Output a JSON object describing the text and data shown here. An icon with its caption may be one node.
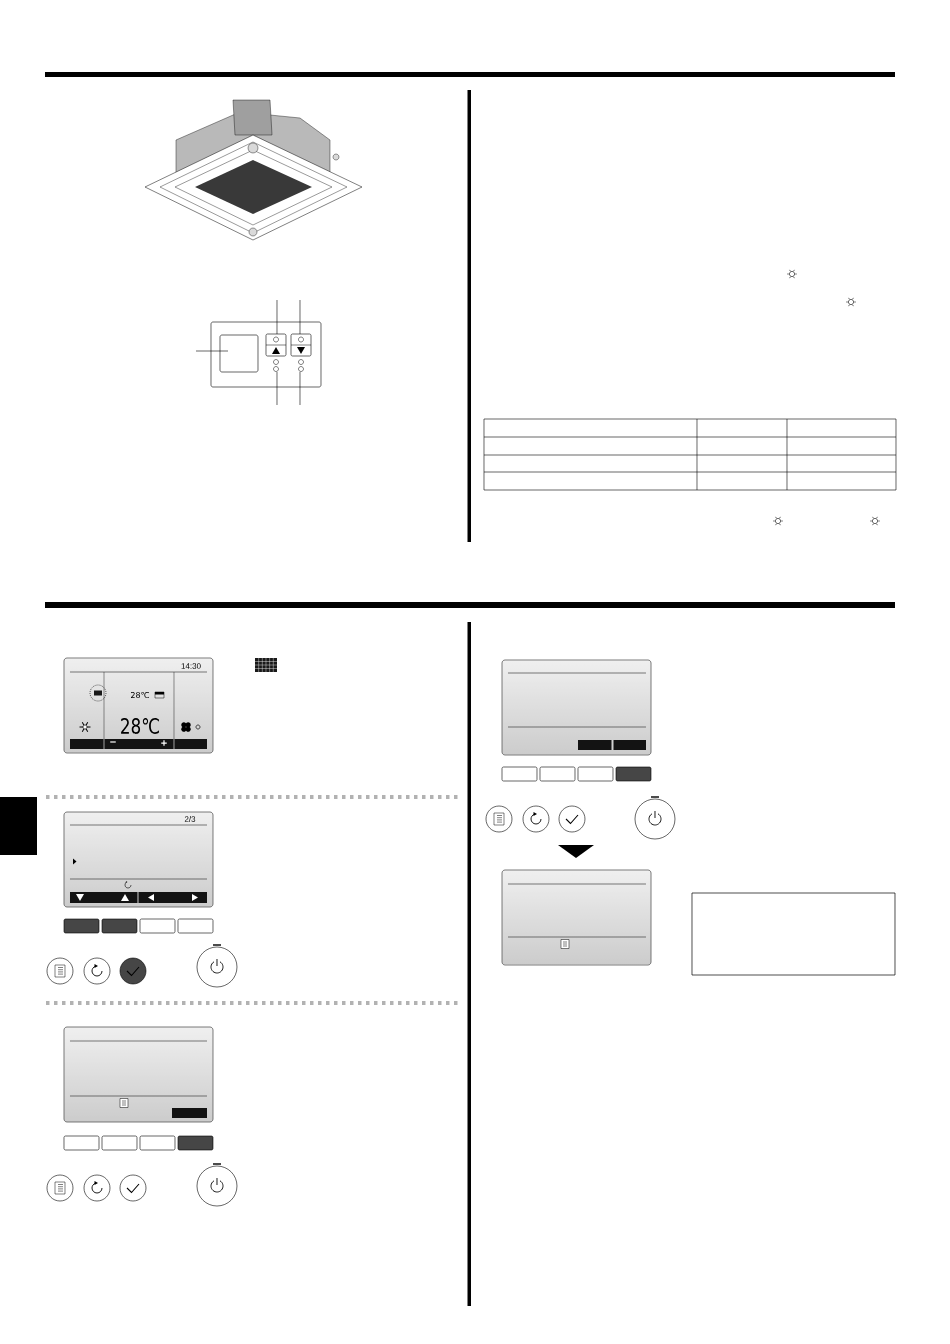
{
  "diagram": {
    "nodes": [
      {
        "text": [],
        "shape": "box"
      }
    ],
    "labels": [
      "14:30",
      "28℃",
      "28℃",
      "−",
      "+",
      "2/3"
    ]
  }
}
